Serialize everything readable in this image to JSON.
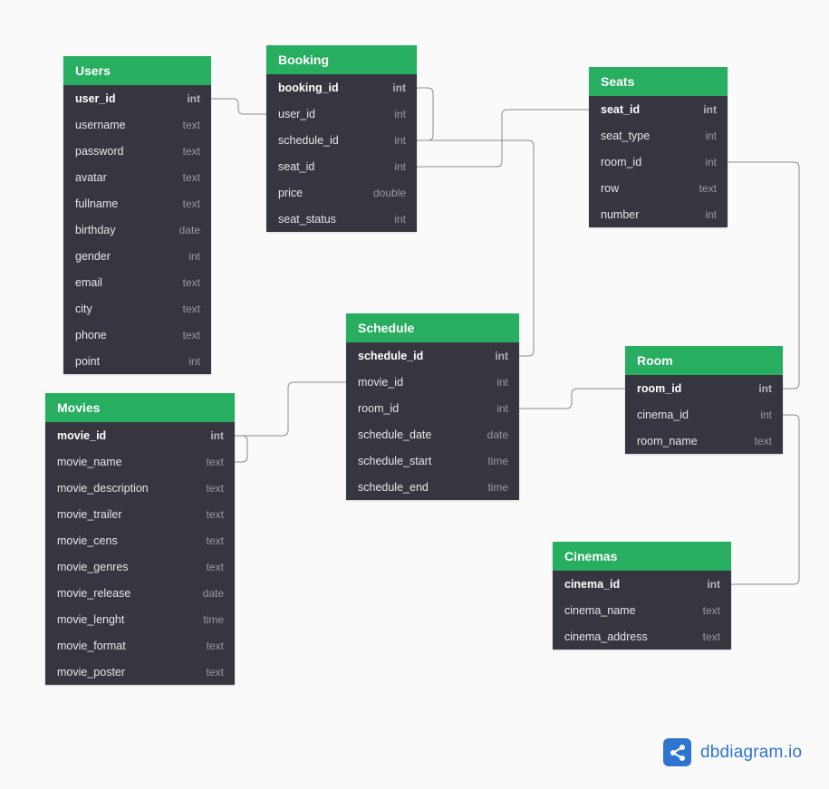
{
  "tables": [
    {
      "id": "users",
      "name": "Users",
      "fields": [
        {
          "name": "user_id",
          "type": "int",
          "pk": true
        },
        {
          "name": "username",
          "type": "text"
        },
        {
          "name": "password",
          "type": "text"
        },
        {
          "name": "avatar",
          "type": "text"
        },
        {
          "name": "fullname",
          "type": "text"
        },
        {
          "name": "birthday",
          "type": "date"
        },
        {
          "name": "gender",
          "type": "int"
        },
        {
          "name": "email",
          "type": "text"
        },
        {
          "name": "city",
          "type": "text"
        },
        {
          "name": "phone",
          "type": "text"
        },
        {
          "name": "point",
          "type": "int"
        }
      ]
    },
    {
      "id": "booking",
      "name": "Booking",
      "fields": [
        {
          "name": "booking_id",
          "type": "int",
          "pk": true
        },
        {
          "name": "user_id",
          "type": "int"
        },
        {
          "name": "schedule_id",
          "type": "int"
        },
        {
          "name": "seat_id",
          "type": "int"
        },
        {
          "name": "price",
          "type": "double"
        },
        {
          "name": "seat_status",
          "type": "int"
        }
      ]
    },
    {
      "id": "seats",
      "name": "Seats",
      "fields": [
        {
          "name": "seat_id",
          "type": "int",
          "pk": true
        },
        {
          "name": "seat_type",
          "type": "int"
        },
        {
          "name": "room_id",
          "type": "int"
        },
        {
          "name": "row",
          "type": "text"
        },
        {
          "name": "number",
          "type": "int"
        }
      ]
    },
    {
      "id": "schedule",
      "name": "Schedule",
      "fields": [
        {
          "name": "schedule_id",
          "type": "int",
          "pk": true
        },
        {
          "name": "movie_id",
          "type": "int"
        },
        {
          "name": "room_id",
          "type": "int"
        },
        {
          "name": "schedule_date",
          "type": "date"
        },
        {
          "name": "schedule_start",
          "type": "time"
        },
        {
          "name": "schedule_end",
          "type": "time"
        }
      ]
    },
    {
      "id": "room",
      "name": "Room",
      "fields": [
        {
          "name": "room_id",
          "type": "int",
          "pk": true
        },
        {
          "name": "cinema_id",
          "type": "int"
        },
        {
          "name": "room_name",
          "type": "text"
        }
      ]
    },
    {
      "id": "movies",
      "name": "Movies",
      "fields": [
        {
          "name": "movie_id",
          "type": "int",
          "pk": true
        },
        {
          "name": "movie_name",
          "type": "text"
        },
        {
          "name": "movie_description",
          "type": "text"
        },
        {
          "name": "movie_trailer",
          "type": "text"
        },
        {
          "name": "movie_cens",
          "type": "text"
        },
        {
          "name": "movie_genres",
          "type": "text"
        },
        {
          "name": "movie_release",
          "type": "date"
        },
        {
          "name": "movie_lenght",
          "type": "time"
        },
        {
          "name": "movie_format",
          "type": "text"
        },
        {
          "name": "movie_poster",
          "type": "text"
        }
      ]
    },
    {
      "id": "cinemas",
      "name": "Cinemas",
      "fields": [
        {
          "name": "cinema_id",
          "type": "int",
          "pk": true
        },
        {
          "name": "cinema_name",
          "type": "text"
        },
        {
          "name": "cinema_address",
          "type": "text"
        }
      ]
    }
  ],
  "relations": [
    {
      "from": "users.user_id",
      "to": "booking.user_id"
    },
    {
      "from": "booking.booking_id",
      "to": "booking.schedule_id"
    },
    {
      "from": "booking.schedule_id",
      "to": "schedule.schedule_id"
    },
    {
      "from": "booking.seat_id",
      "to": "seats.seat_id"
    },
    {
      "from": "seats.room_id",
      "to": "room.room_id"
    },
    {
      "from": "schedule.movie_id",
      "to": "movies.movie_id"
    },
    {
      "from": "movies.movie_id",
      "to": "movies.movie_name"
    },
    {
      "from": "schedule.room_id",
      "to": "room.room_id"
    },
    {
      "from": "room.cinema_id",
      "to": "cinemas.cinema_id"
    }
  ],
  "brand": {
    "name": "dbdiagram.io",
    "logo_icon": "share-nodes-icon",
    "color": "#2f74d0"
  },
  "colors": {
    "header": "#27ae60",
    "body": "#363640",
    "link": "#8a8a8a",
    "background": "#fafafa"
  }
}
